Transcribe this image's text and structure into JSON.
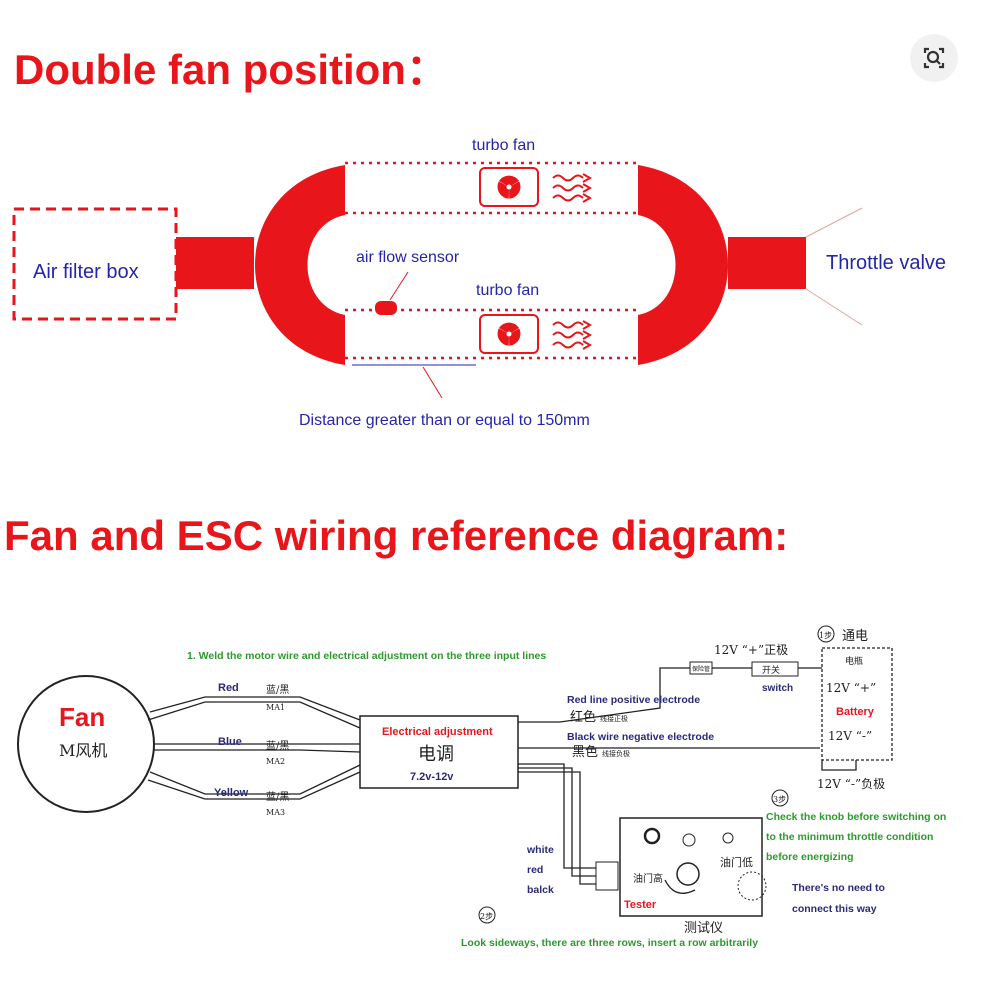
{
  "headings": {
    "fan_position": "Double fan position：",
    "wiring": "Fan and ESC wiring reference diagram:"
  },
  "fan_position": {
    "air_filter_box": "Air filter box",
    "throttle_valve": "Throttle valve",
    "turbo_fan_top": "turbo fan",
    "turbo_fan_bottom": "turbo fan",
    "air_flow_sensor": "air flow sensor",
    "distance_note": "Distance greater than or equal to 150mm"
  },
  "wiring": {
    "step1": "1. Weld the motor wire and electrical adjustment on the three input lines",
    "fan_label": "Fan",
    "fan_sub": "M风机",
    "wires": [
      {
        "color_name": "Red",
        "cn": "蓝/黑",
        "code": "MA1"
      },
      {
        "color_name": "Blue",
        "cn": "蓝/黑",
        "code": "MA2"
      },
      {
        "color_name": "Yellow",
        "cn": "蓝/黑",
        "code": "MA3"
      }
    ],
    "esc_title": "Electrical adjustment",
    "esc_cn": "电调",
    "esc_voltage": "7.2v-12v",
    "red_line": "Red line positive electrode",
    "red_cn": "红色",
    "red_cn_small": "线接正极",
    "black_line": "Black wire negative electrode",
    "black_cn": "黑色",
    "black_cn_small": "线接负极",
    "plus_top": "12V “+”正极",
    "fuse": "保险管",
    "switch_cn": "开关",
    "switch": "switch",
    "step1_circle": "1步",
    "power_on": "通电",
    "battery_cn": "电瓶",
    "batt_plus": "12V “+”",
    "battery": "Battery",
    "batt_minus": "12V “-”",
    "minus_bottom": "12V “-”负极",
    "step3_circle": "3步",
    "step3_text": [
      "Check the knob before switching on",
      "to the minimum throttle condition",
      "before energizing"
    ],
    "tester_wires": [
      "white",
      "red",
      "balck"
    ],
    "tester": "Tester",
    "tester_cn": "测试仪",
    "throttle_cn": "油门高",
    "throttle_cn2": "油门低",
    "no_need": [
      "There's no need to",
      "connect this way"
    ],
    "step2_circle": "2步",
    "step2_text": "Look sideways, there are three rows, insert a row arbitrarily"
  },
  "colors": {
    "heading_red": "#e8161b",
    "label_blue": "#2525a8",
    "note_green": "#2e9a2e"
  }
}
